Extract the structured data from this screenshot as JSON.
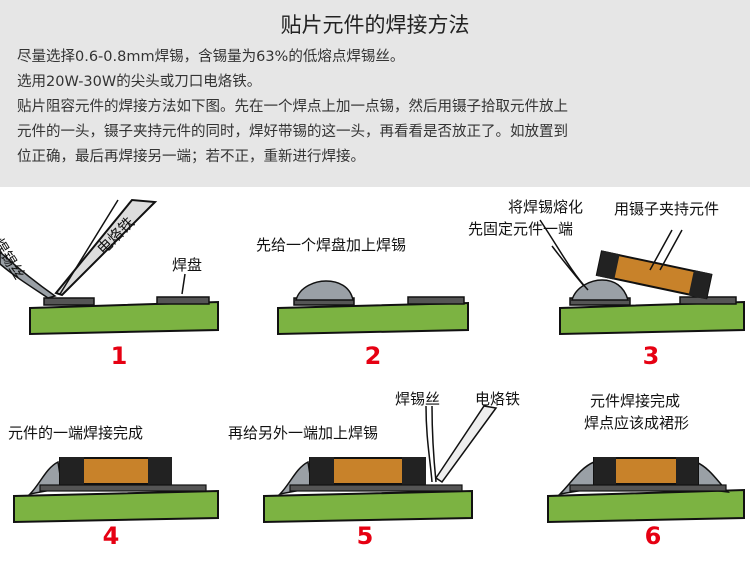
{
  "title": "贴片元件的焊接方法",
  "intro": [
    "尽量选择0.6-0.8mm焊锡，含锡量为63%的低熔点焊锡丝。",
    "选用20W-30W的尖头或刀口电烙铁。",
    "贴片阻容元件的焊接方法如下图。先在一个焊点上加一点锡，然后用镊子拾取元件放上",
    "元件的一头，镊子夹持元件的同时，焊好带锡的这一头，再看看是否放正了。如放置到",
    "位正确，最后再焊接另一端；若不正，重新进行焊接。"
  ],
  "steps": [
    {
      "number": "1",
      "labels": [
        "焊锡丝",
        "电烙铁",
        "焊盘"
      ]
    },
    {
      "number": "2",
      "labels": [
        "先给一个焊盘加上焊锡"
      ]
    },
    {
      "number": "3",
      "labels": [
        "将焊锡熔化",
        "先固定元件一端",
        "用镊子夹持元件"
      ]
    },
    {
      "number": "4",
      "labels": [
        "元件的一端焊接完成"
      ]
    },
    {
      "number": "5",
      "labels": [
        "再给另外一端加上焊锡",
        "焊锡丝",
        "电烙铁"
      ]
    },
    {
      "number": "6",
      "labels": [
        "元件焊接完成",
        "焊点应该成裙形"
      ]
    }
  ],
  "colors": {
    "header_bg": "#e6e6e6",
    "board_green": "#7cb342",
    "component_orange": "#c8822a",
    "solder_gray": "#9aa0a6",
    "number_red": "#e60012"
  }
}
